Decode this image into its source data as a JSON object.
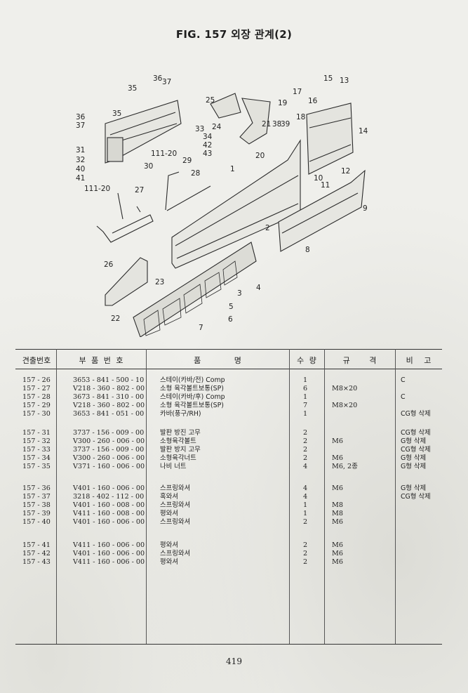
{
  "title": "FIG. 157 외장 관계(2)",
  "callouts": [
    "36",
    "37",
    "35",
    "36",
    "35",
    "37",
    "31",
    "32",
    "40",
    "41",
    "30",
    "111-20",
    "29",
    "28",
    "111-20",
    "27",
    "26",
    "25",
    "24",
    "33",
    "34",
    "42",
    "43",
    "19",
    "18",
    "21",
    "38",
    "39",
    "20",
    "1",
    "2",
    "15",
    "13",
    "17",
    "16",
    "14",
    "12",
    "10",
    "11",
    "9",
    "8",
    "3",
    "4",
    "5",
    "6",
    "7",
    "22",
    "23"
  ],
  "table": {
    "headers": {
      "ref": "견출번호",
      "part": "부 품 번 호",
      "name": "품 명",
      "qty": "수 량",
      "spec": "규 격",
      "note": "비 고"
    },
    "rows": [
      {
        "ref": "157 - 26",
        "part": "3653 - 841 - 500 - 10",
        "name": "스테이(카바/전) Comp",
        "qty": "1",
        "spec": "",
        "note": "C"
      },
      {
        "ref": "157 - 27",
        "part": "V218 - 360 - 802 - 00",
        "name": "소형 육각볼트보통(SP)",
        "qty": "6",
        "spec": "M8×20",
        "note": ""
      },
      {
        "ref": "157 - 28",
        "part": "3673 - 841 - 310 - 00",
        "name": "스테이(카바/후) Comp",
        "qty": "1",
        "spec": "",
        "note": "C"
      },
      {
        "ref": "157 - 29",
        "part": "V218 - 360 - 802 - 00",
        "name": "소형 육각볼트보통(SP)",
        "qty": "7",
        "spec": "M8×20",
        "note": ""
      },
      {
        "ref": "157 - 30",
        "part": "3653 - 841 - 051 - 00",
        "name": "카바(풍구/RH)",
        "qty": "1",
        "spec": "",
        "note": "CG형 삭제"
      },
      {
        "ref": "157 - 31",
        "part": "3737 - 156 - 009 - 00",
        "name": "발판 방진 고무",
        "qty": "2",
        "spec": "",
        "note": "CG형 삭제"
      },
      {
        "ref": "157 - 32",
        "part": "V300 - 260 - 006 - 00",
        "name": "소형육각볼트",
        "qty": "2",
        "spec": "M6",
        "note": "G형 삭제"
      },
      {
        "ref": "157 - 33",
        "part": "3737 - 156 - 009 - 00",
        "name": "발판 방지 고무",
        "qty": "2",
        "spec": "",
        "note": "CG형 삭제"
      },
      {
        "ref": "157 - 34",
        "part": "V300 - 260 - 006 - 00",
        "name": "소형육각너트",
        "qty": "2",
        "spec": "M6",
        "note": "G형 삭제"
      },
      {
        "ref": "157 - 35",
        "part": "V371 - 160 - 006 - 00",
        "name": "나비 너트",
        "qty": "4",
        "spec": "M6, 2종",
        "note": "G형 삭제"
      },
      {
        "ref": "157 - 36",
        "part": "V401 - 160 - 006 - 00",
        "name": "스프링와셔",
        "qty": "4",
        "spec": "M6",
        "note": "G형 삭제"
      },
      {
        "ref": "157 - 37",
        "part": "3218 - 402 - 112 - 00",
        "name": "혹와셔",
        "qty": "4",
        "spec": "",
        "note": "CG형 삭제"
      },
      {
        "ref": "157 - 38",
        "part": "V401 - 160 - 008 - 00",
        "name": "스프링와셔",
        "qty": "1",
        "spec": "M8",
        "note": ""
      },
      {
        "ref": "157 - 39",
        "part": "V411 - 160 - 008 - 00",
        "name": "평와셔",
        "qty": "1",
        "spec": "M8",
        "note": ""
      },
      {
        "ref": "157 - 40",
        "part": "V401 - 160 - 006 - 00",
        "name": "스프링와셔",
        "qty": "2",
        "spec": "M6",
        "note": ""
      },
      {
        "ref": "157 - 41",
        "part": "V411 - 160 - 006 - 00",
        "name": "평와셔",
        "qty": "2",
        "spec": "M6",
        "note": ""
      },
      {
        "ref": "157 - 42",
        "part": "V401 - 160 - 006 - 00",
        "name": "스프링와셔",
        "qty": "2",
        "spec": "M6",
        "note": ""
      },
      {
        "ref": "157 - 43",
        "part": "V411 - 160 - 006 - 00",
        "name": "평와셔",
        "qty": "2",
        "spec": "M6",
        "note": ""
      }
    ]
  },
  "page_number": "419"
}
